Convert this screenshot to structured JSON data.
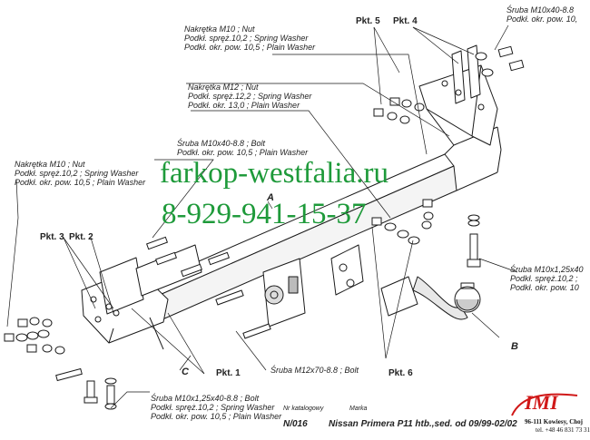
{
  "labels": {
    "nut_m10_top": [
      "Nakrętka M10 ; Nut",
      "Podkł. spręż.10,2 ; Spring Washer",
      "Podkł. okr. pow. 10,5 ; Plain Washer"
    ],
    "nut_m12": [
      "Nakrętka M12 ; Nut",
      "Podkł. spręż.12,2 ; Spring Washer",
      "Podkł. okr.  13,0 ; Plain Washer"
    ],
    "bolt_m10_mid": [
      "Śruba M10x40-8.8 ;  Bolt",
      "Podkł. okr. pow. 10,5 ; Plain Washer"
    ],
    "nut_m10_left": [
      "Nakrętka  M10 ; Nut",
      "Podkł. spręż.10,2 ; Spring Washer",
      "Podkł. okr. pow. 10,5 ; Plain Washer"
    ],
    "bolt_m10_topright": [
      "Śruba M10x40-8.8",
      "Podkł. okr. pow. 10,"
    ],
    "bolt_m10x125_right": [
      "Śruba M10x1,25x40",
      "Podkł. spręż.10,2 ;",
      "Podkł. okr. pow. 10"
    ],
    "bolt_m10x125_bottom": [
      "Śruba M10x1,25x40-8.8 ;  Bolt",
      "Podkł. spręż.10,2 ; Spring Washer",
      "Podkł. okr. pow. 10,5 ; Plain Washer"
    ],
    "bolt_m12": "Śruba M12x70-8.8 ;  Bolt"
  },
  "pkt": {
    "p1": "Pkt. 1",
    "p2": "Pkt. 2",
    "p3": "Pkt. 3",
    "p4": "Pkt. 4",
    "p5": "Pkt. 5",
    "p6": "Pkt. 6"
  },
  "letters": {
    "a": "A",
    "b": "B",
    "c": "C"
  },
  "watermark": {
    "site": "farkop-westfalia.ru",
    "phone": "8-929-941-15-37"
  },
  "footer": {
    "catalog_label": "Nr katalogowy",
    "catalog_no": "N/016",
    "marka_label": "Marka",
    "vehicle": "Nissan Primera P11 htb.,sed.  od  09/99-02/02",
    "company": "IMI",
    "address": "96-111 Kowiesy, Choj",
    "tel": "tel. +48 46 831 73 31"
  },
  "colors": {
    "line": "#1a1a1a",
    "watermark": "#1e9a3a",
    "logo": "#d01818"
  }
}
